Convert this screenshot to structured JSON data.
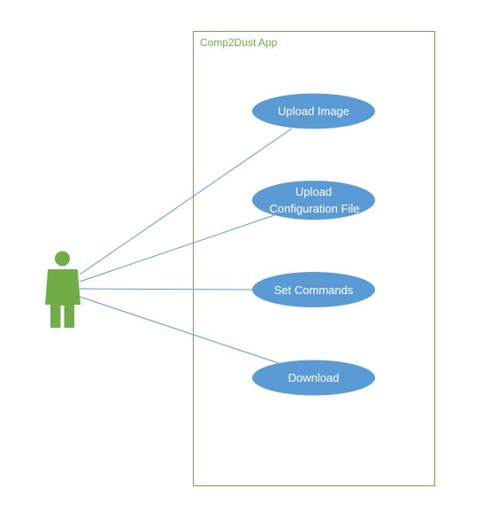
{
  "colors": {
    "boundary_stroke": "#70ad47",
    "boundary_title": "#70ad47",
    "usecase_fill": "#5b9bd5",
    "usecase_text": "#ffffff",
    "actor_fill": "#70ad47",
    "connector": "#5b9bd5"
  },
  "system": {
    "title": "Comp2Dust App"
  },
  "actor": {
    "icon": "person-icon"
  },
  "use_cases": [
    {
      "id": "upload-image",
      "lines": [
        "Upload Image"
      ]
    },
    {
      "id": "upload-configuration-file",
      "lines": [
        "Upload",
        "Configuration File"
      ]
    },
    {
      "id": "set-commands",
      "lines": [
        "Set Commands"
      ]
    },
    {
      "id": "download",
      "lines": [
        "Download"
      ]
    }
  ]
}
